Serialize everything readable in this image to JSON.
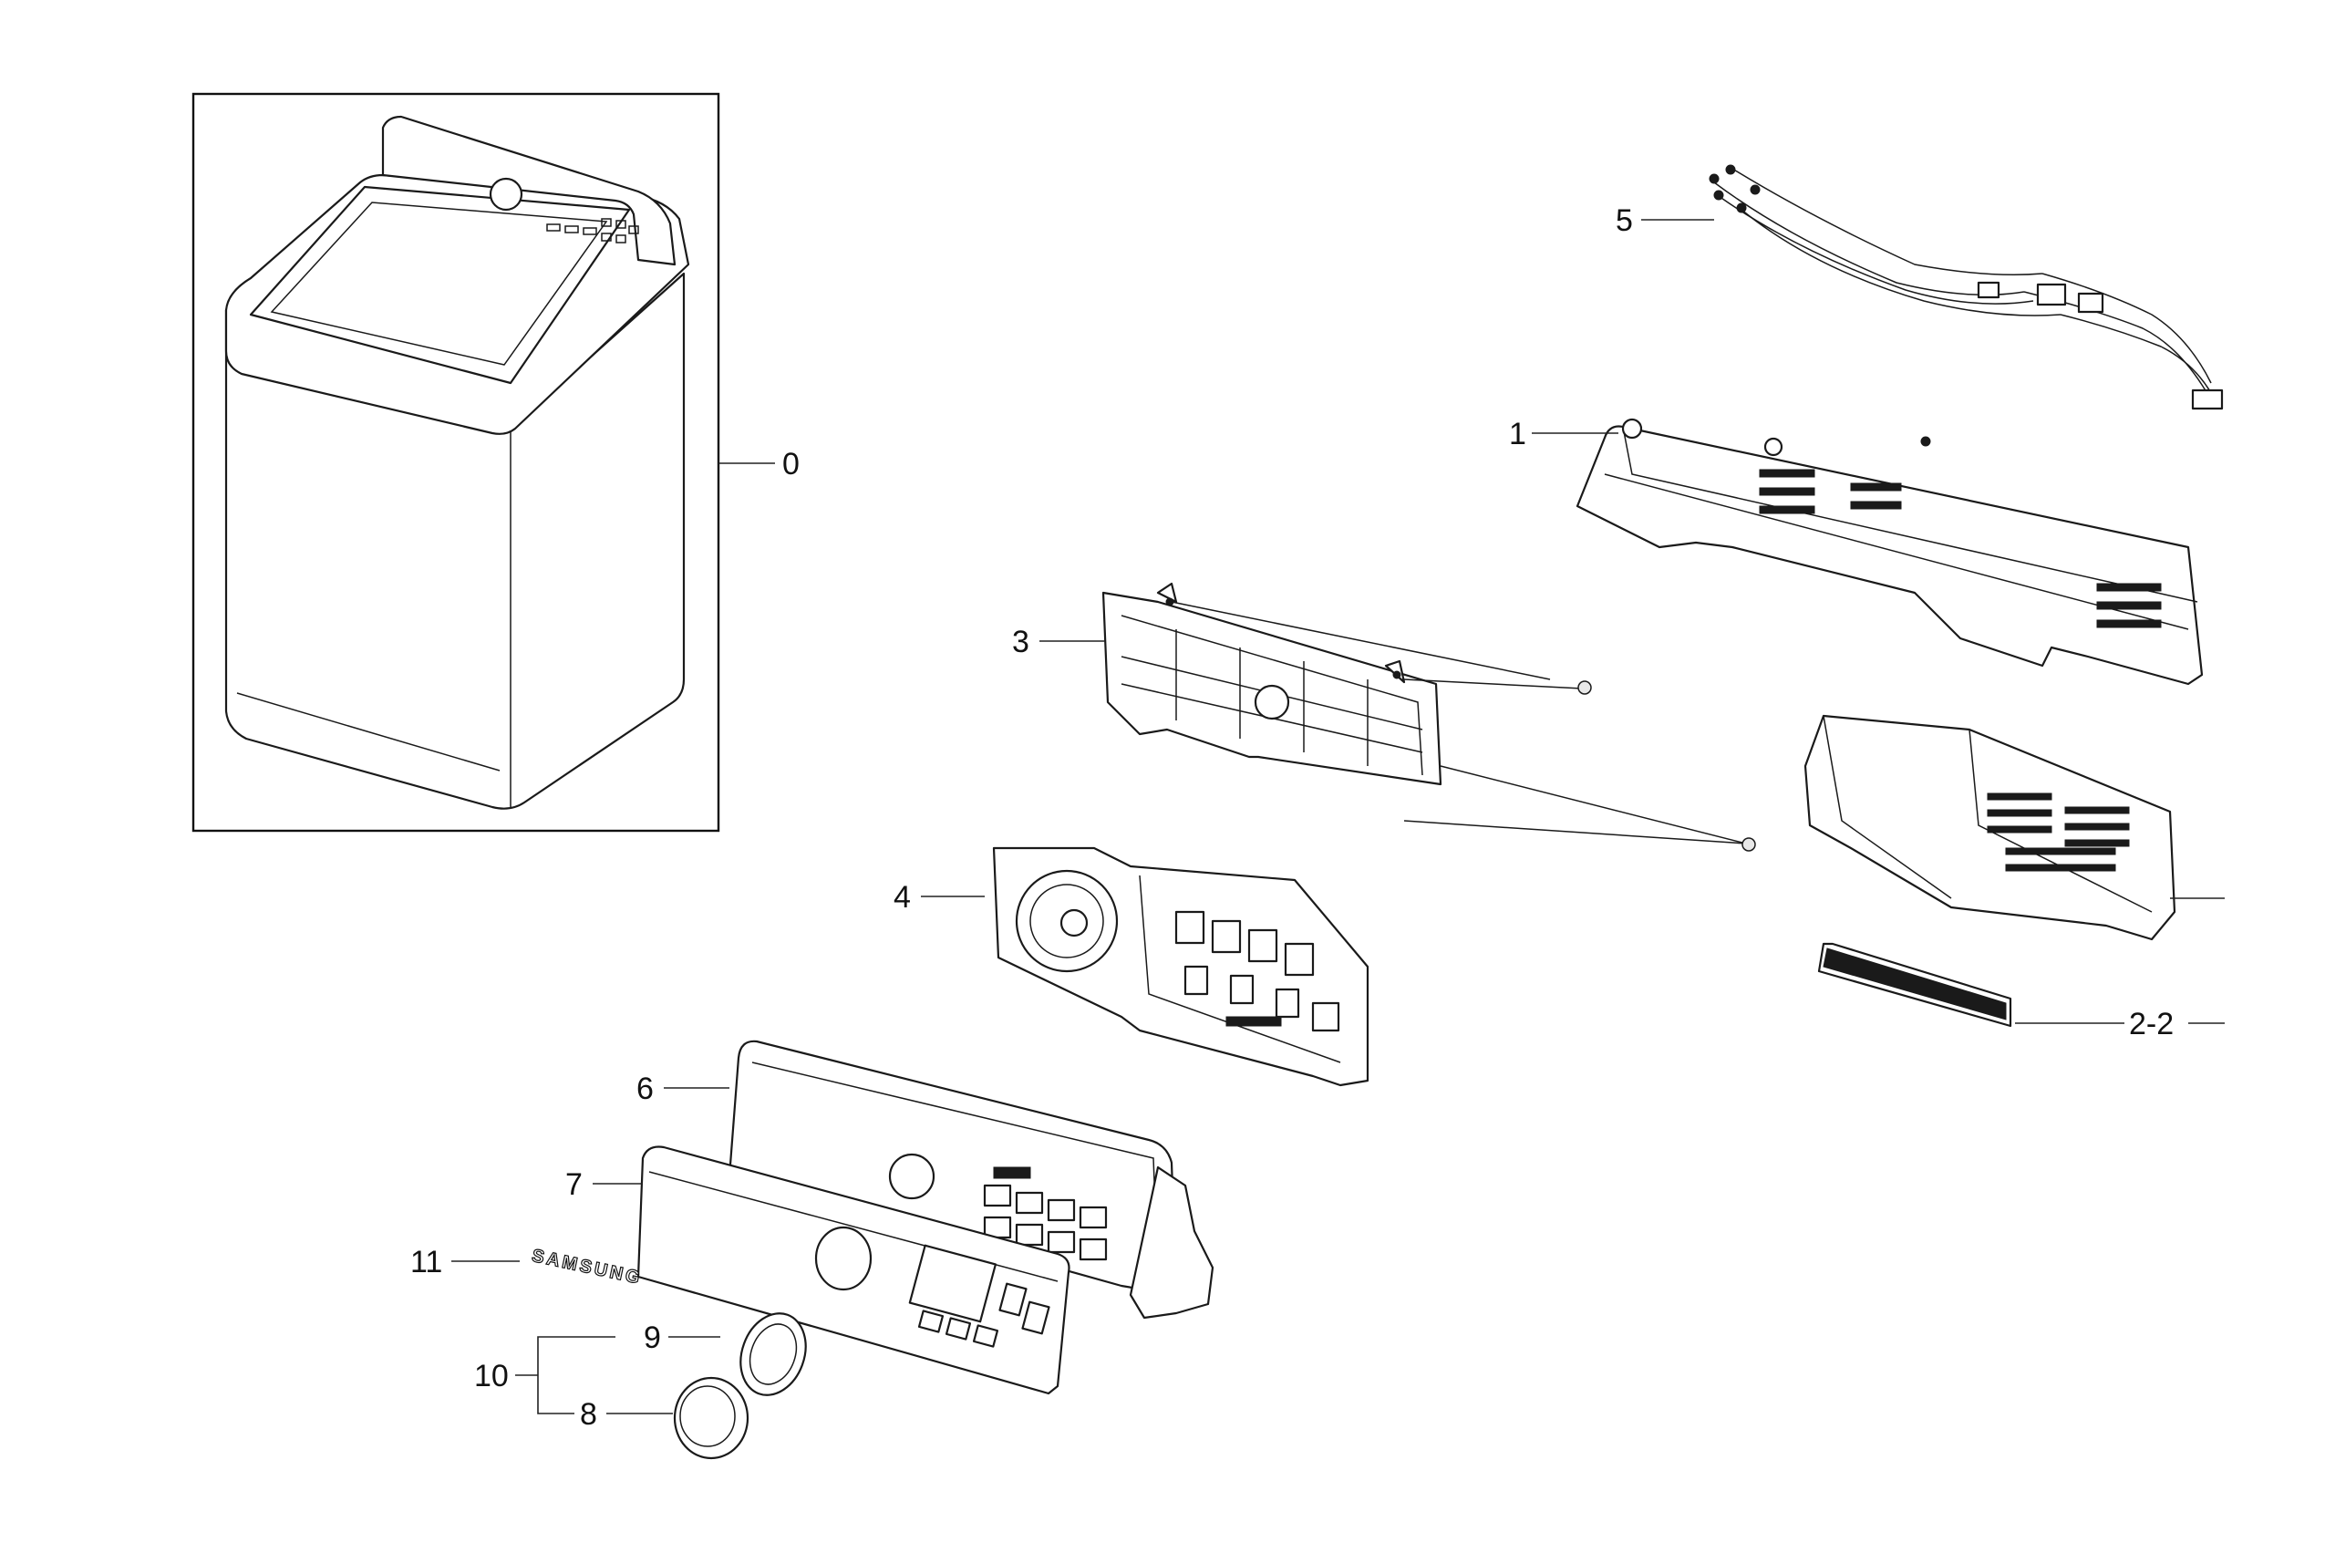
{
  "callouts": {
    "p0": "0",
    "p1": "1",
    "p2_2": "2-2",
    "p3": "3",
    "p4": "4",
    "p5": "5",
    "p6": "6",
    "p7": "7",
    "p8": "8",
    "p9": "9",
    "p10": "10",
    "p11": "11"
  },
  "logo_text": "SAMSUNG"
}
